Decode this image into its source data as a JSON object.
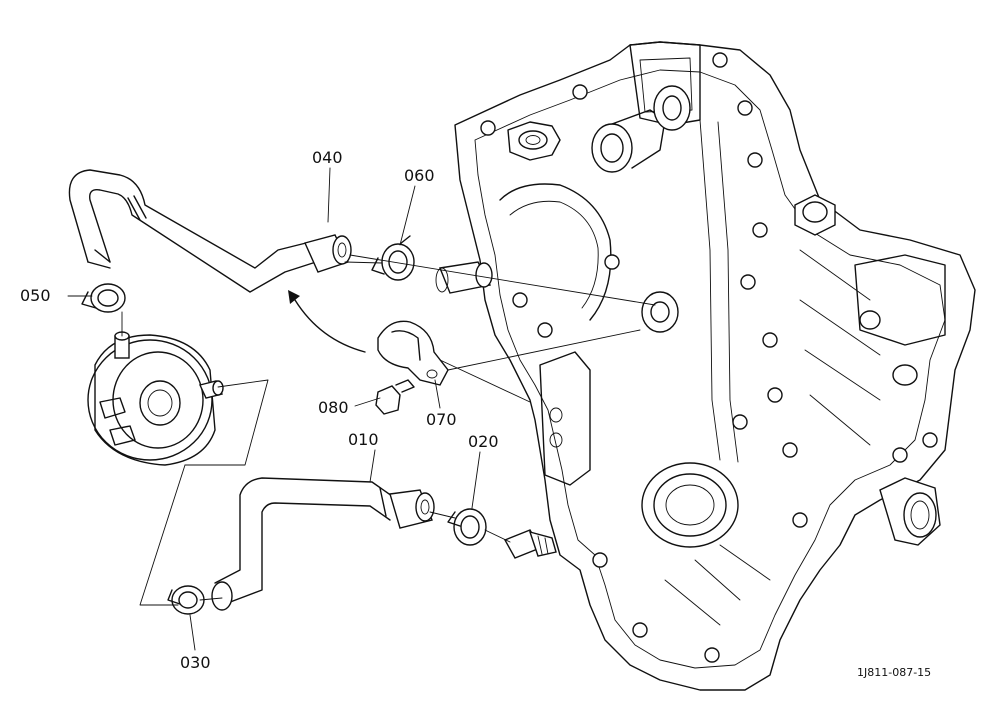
{
  "drawing": {
    "reference_code": "1J811-087-15"
  },
  "callouts": [
    {
      "id": "010",
      "label": "010"
    },
    {
      "id": "020",
      "label": "020"
    },
    {
      "id": "030",
      "label": "030"
    },
    {
      "id": "040",
      "label": "040"
    },
    {
      "id": "050",
      "label": "050"
    },
    {
      "id": "060",
      "label": "060"
    },
    {
      "id": "070",
      "label": "070"
    },
    {
      "id": "080",
      "label": "080"
    }
  ]
}
